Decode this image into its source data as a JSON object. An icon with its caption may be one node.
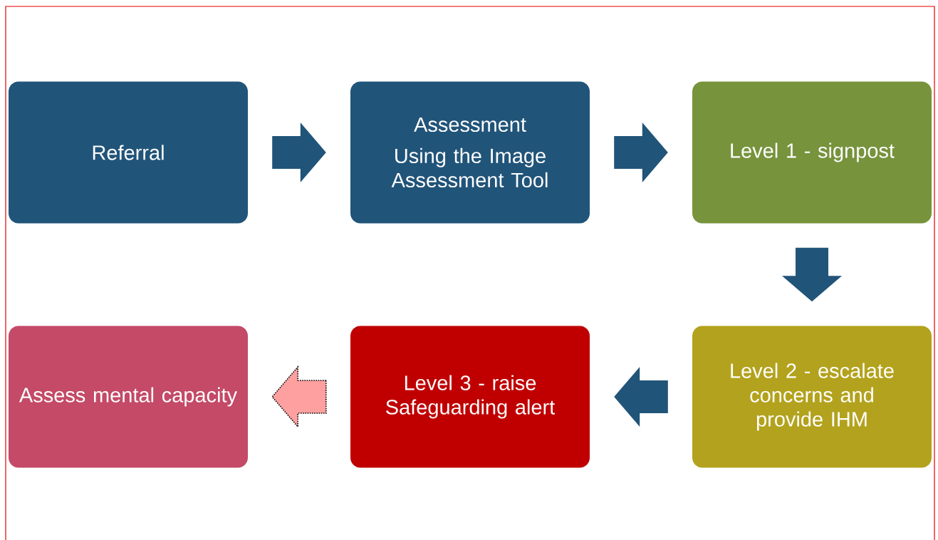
{
  "diagram": {
    "nodes": [
      {
        "text": [
          "Referral"
        ]
      },
      {
        "text": [
          "Assessment",
          "Using the Image Assessment Tool"
        ]
      },
      {
        "text": [
          "Level 1 - signpost"
        ]
      },
      {
        "text": [
          "Level 2 - escalate concerns and provide IHM"
        ]
      },
      {
        "text": [
          "Level 3 - raise Safeguarding alert"
        ]
      },
      {
        "text": [
          "Assess mental capacity"
        ]
      }
    ],
    "edges": [
      {
        "from": 0,
        "to": 1,
        "arrow": "to"
      },
      {
        "from": 1,
        "to": 2,
        "arrow": "to"
      },
      {
        "from": 2,
        "to": 3,
        "arrow": "to"
      },
      {
        "from": 3,
        "to": 4,
        "arrow": "to"
      },
      {
        "from": 4,
        "to": 5,
        "arrow": "to",
        "style": "dashed",
        "color": "#ffa0a0"
      }
    ]
  }
}
